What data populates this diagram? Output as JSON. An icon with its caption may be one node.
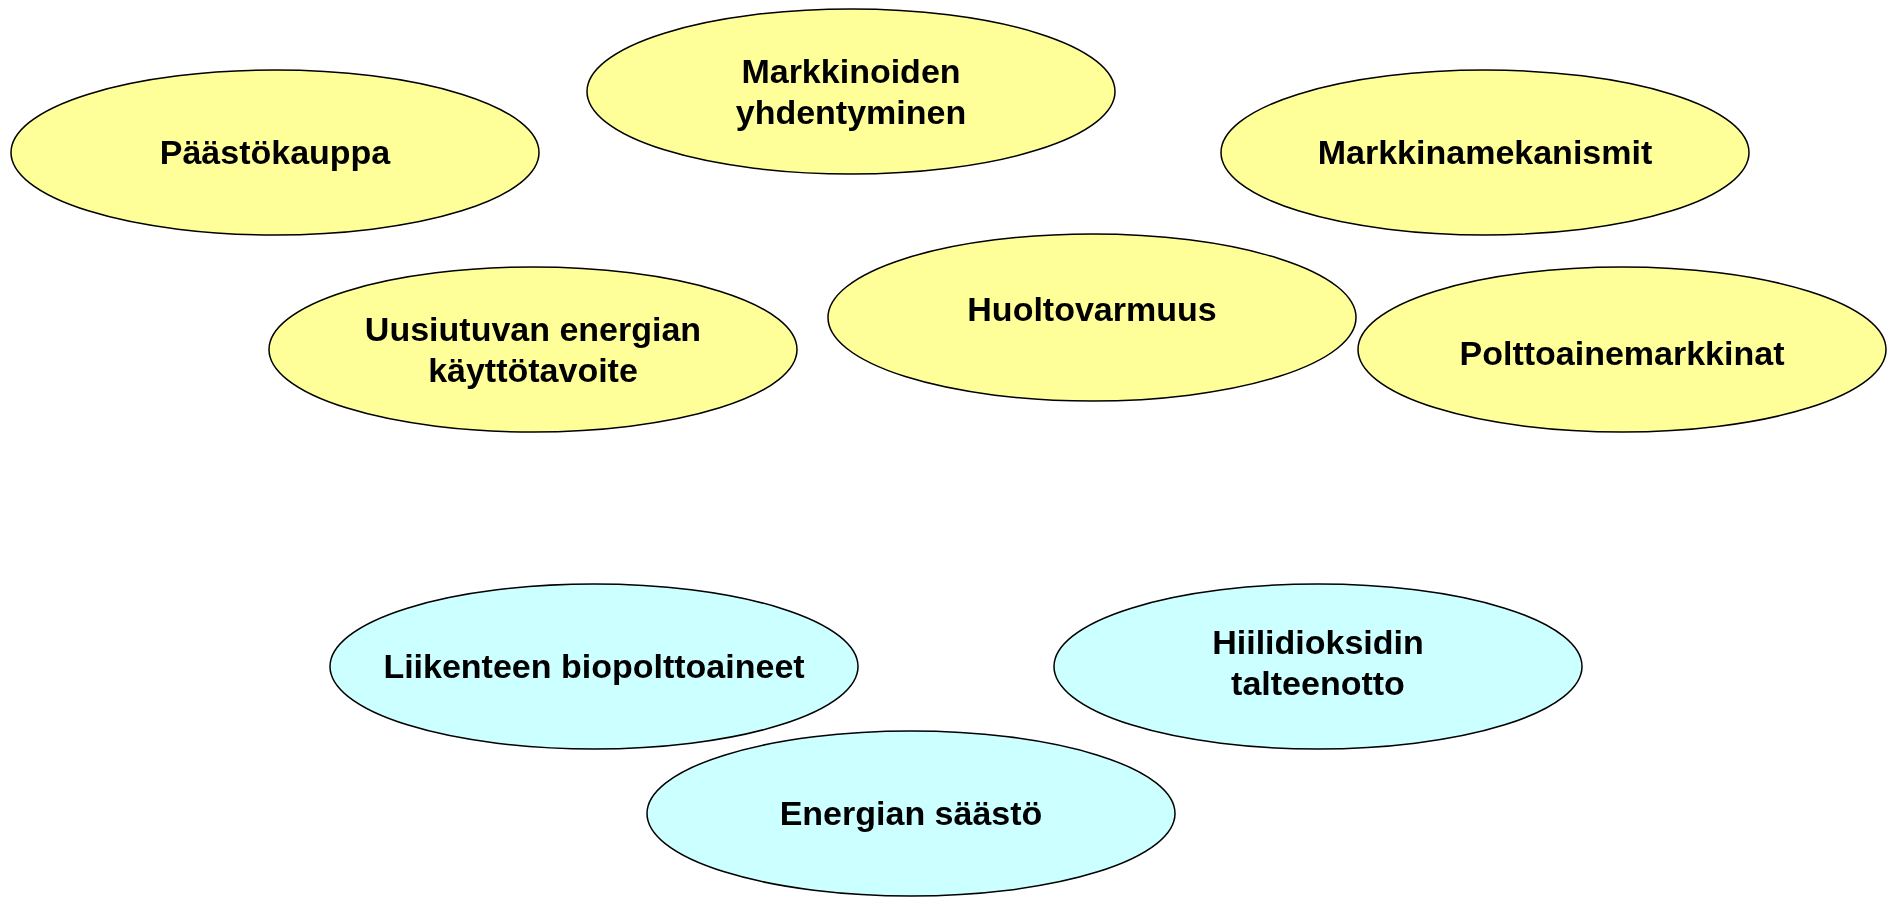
{
  "diagram": {
    "nodes": [
      {
        "text": [
          "Päästökauppa"
        ]
      },
      {
        "text": [
          "Markkinoiden yhdentyminen"
        ]
      },
      {
        "text": [
          "Markkinamekanismit"
        ]
      },
      {
        "text": [
          "Uusiutuvan energian käyttötavoite"
        ]
      },
      {
        "text": [
          "Huoltovarmuus"
        ]
      },
      {
        "text": [
          "Polttoainemarkkinat"
        ]
      },
      {
        "text": [
          "Liikenteen biopolttoaineet"
        ]
      },
      {
        "text": [
          "Hiilidioksidin talteenotto"
        ]
      },
      {
        "text": [
          "Energian säästö"
        ]
      }
    ],
    "edges": []
  }
}
